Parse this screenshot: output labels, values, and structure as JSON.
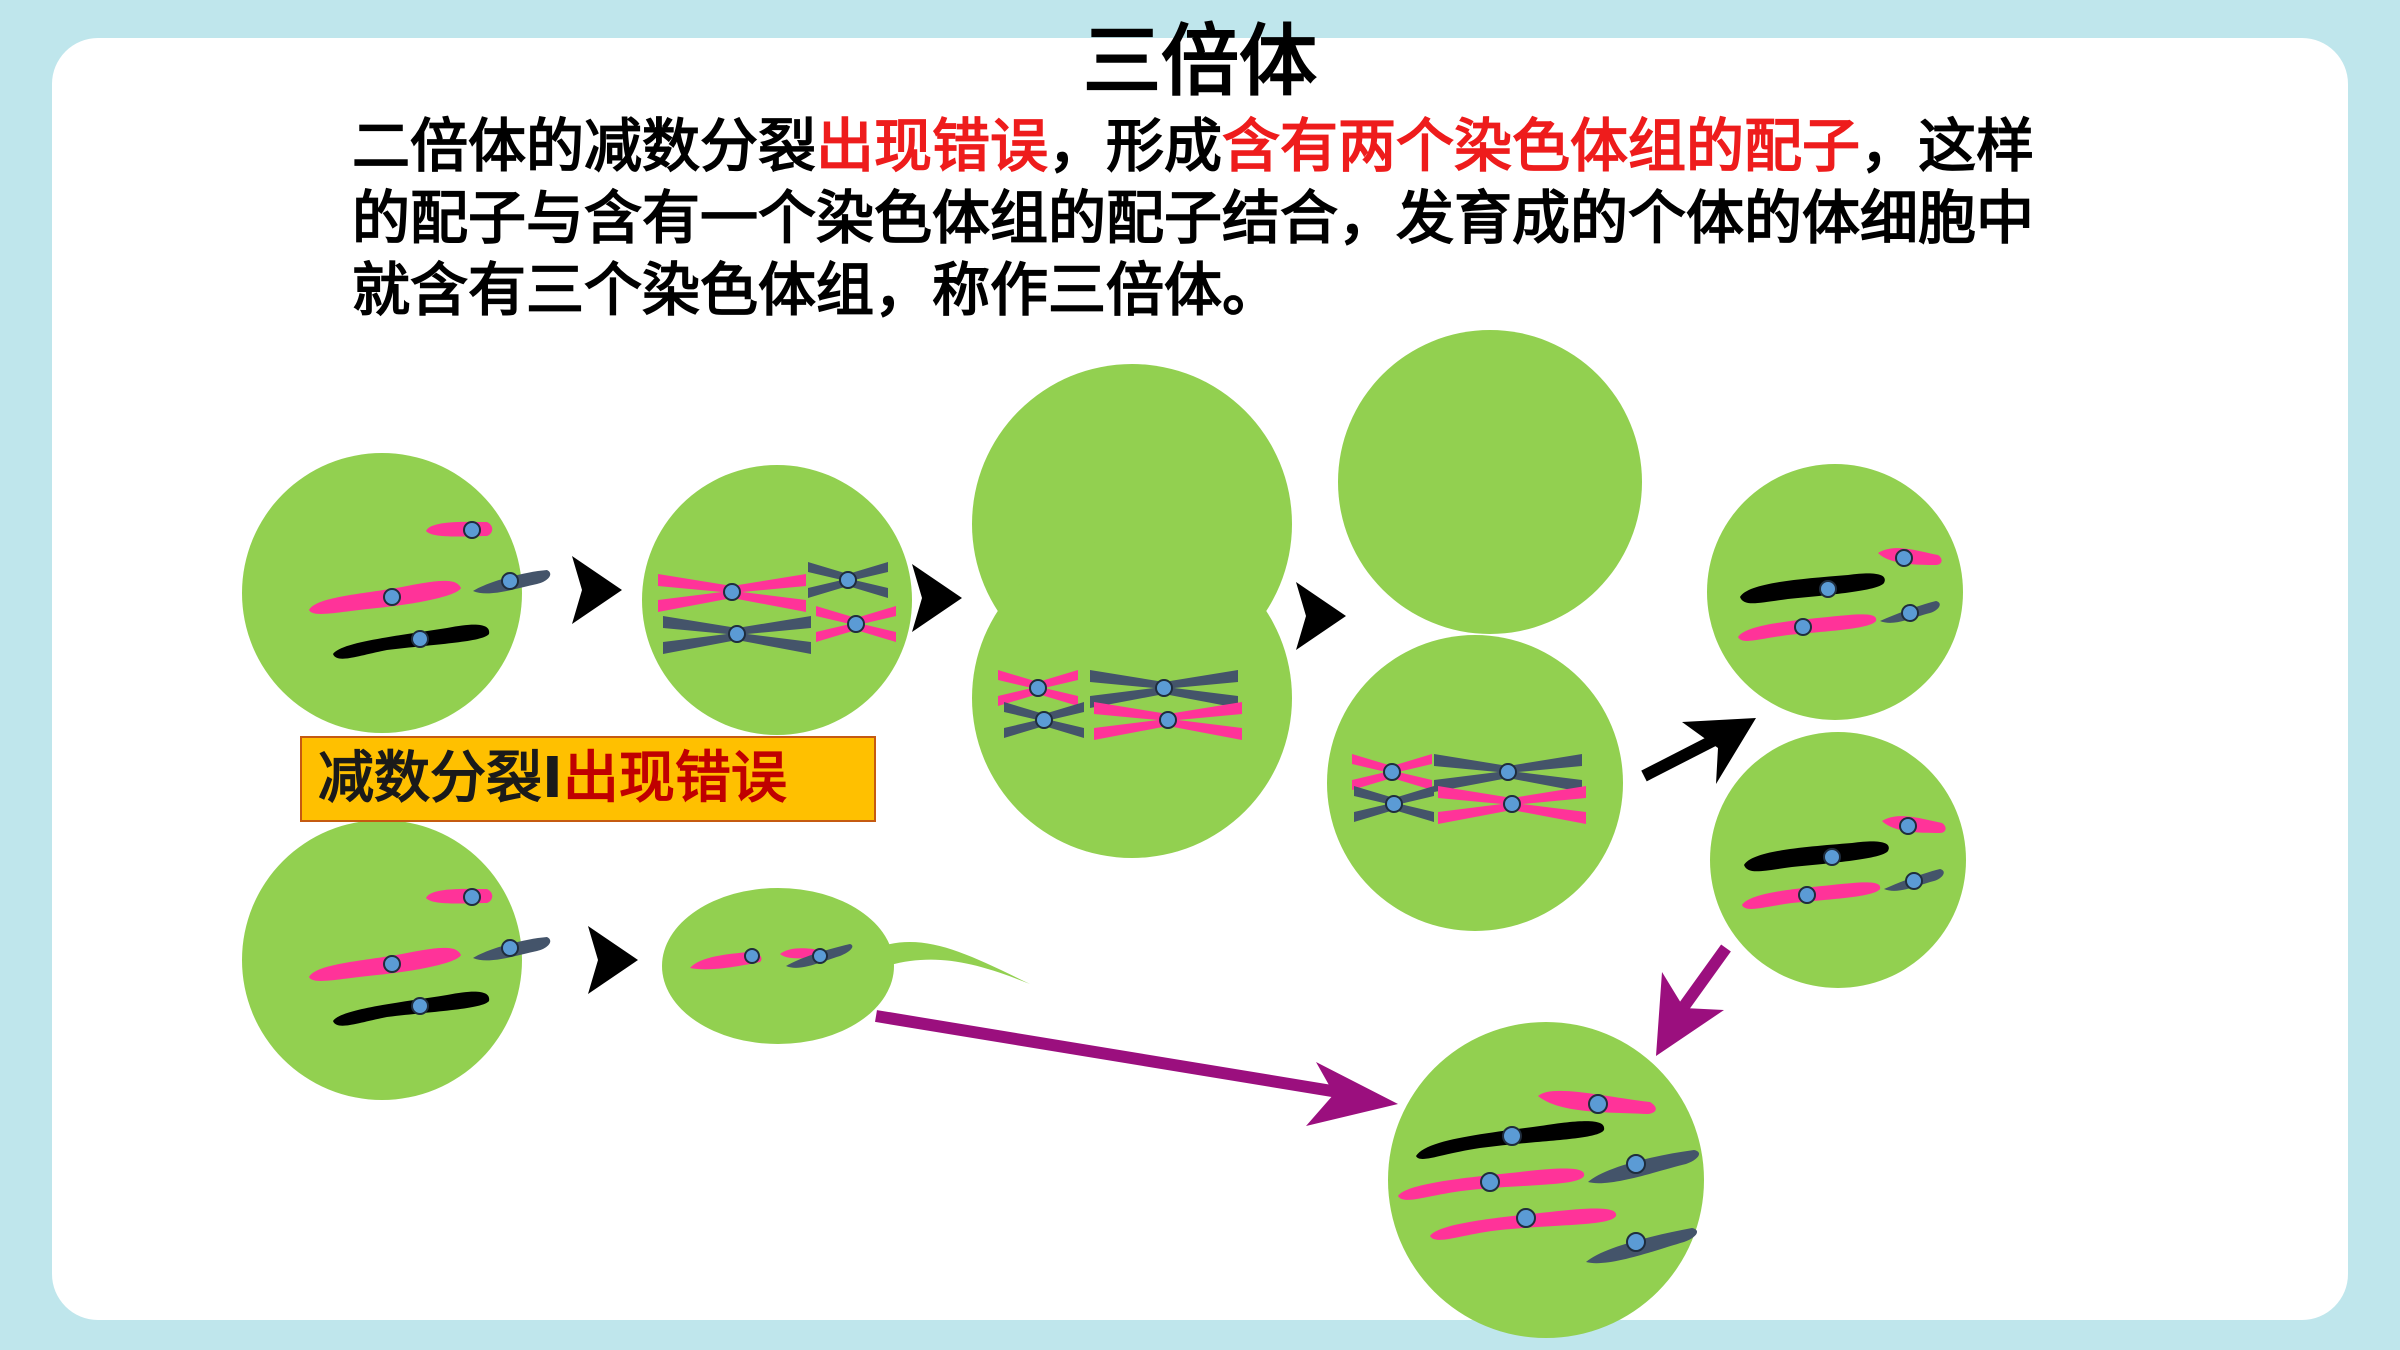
{
  "slide": {
    "title": "三倍体",
    "description": {
      "part1": "二倍体的减数分裂",
      "highlight1": "出现错误",
      "part2": "，形成",
      "highlight2": "含有两个染色体组的配子",
      "part3": "，这样的配子与含有一个染色体组的配子结合，发育成的个体的体细胞中就含有三个染色体组，称作三倍体。"
    },
    "error_label": {
      "prefix": "减数分裂Ⅰ",
      "highlight": "出现错误"
    }
  },
  "colors": {
    "background": "#bfe6ec",
    "cell": "#92d050",
    "pink_chromosome": "#ff3399",
    "slate_chromosome": "#44546a",
    "black_chromosome": "#000000",
    "centromere": "#5b9bd5",
    "fertilization_arrow": "#9b0f7e",
    "highlight_text": "#ee1c1c",
    "label_fill": "#ffc000"
  },
  "icons": {
    "process_arrow": "arrow-right-icon",
    "fertilization_arrow": "arrow-diagonal-icon"
  }
}
